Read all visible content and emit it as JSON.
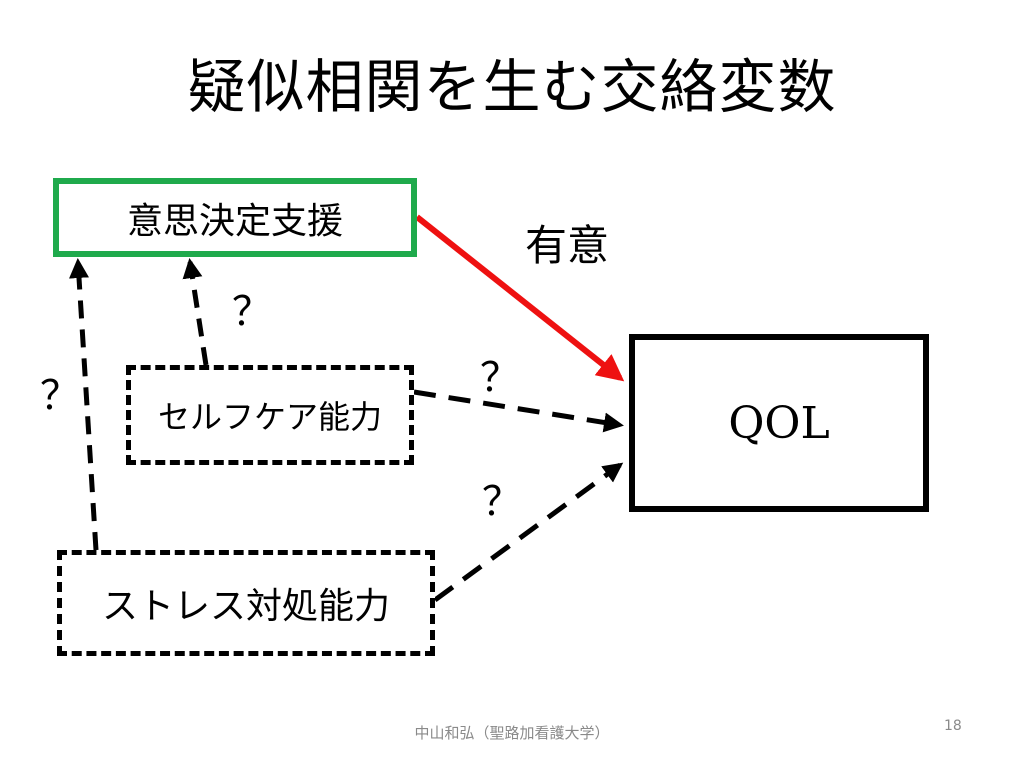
{
  "slide": {
    "title": "疑似相関を生む交絡変数",
    "footer": "中山和弘（聖路加看護大学）",
    "page_number": "18"
  },
  "nodes": {
    "decision_support": "意思決定支援",
    "selfcare": "セルフケア能力",
    "stress_coping": "ストレス対処能力",
    "qol": "QOL"
  },
  "edge_labels": {
    "significant": "有意",
    "selfcare_to_decision": "？",
    "stress_to_decision": "？",
    "selfcare_to_qol": "？",
    "stress_to_qol": "？"
  },
  "colors": {
    "decision_border": "#1faa4c",
    "significant_arrow": "#ee1111",
    "line": "#000000"
  }
}
